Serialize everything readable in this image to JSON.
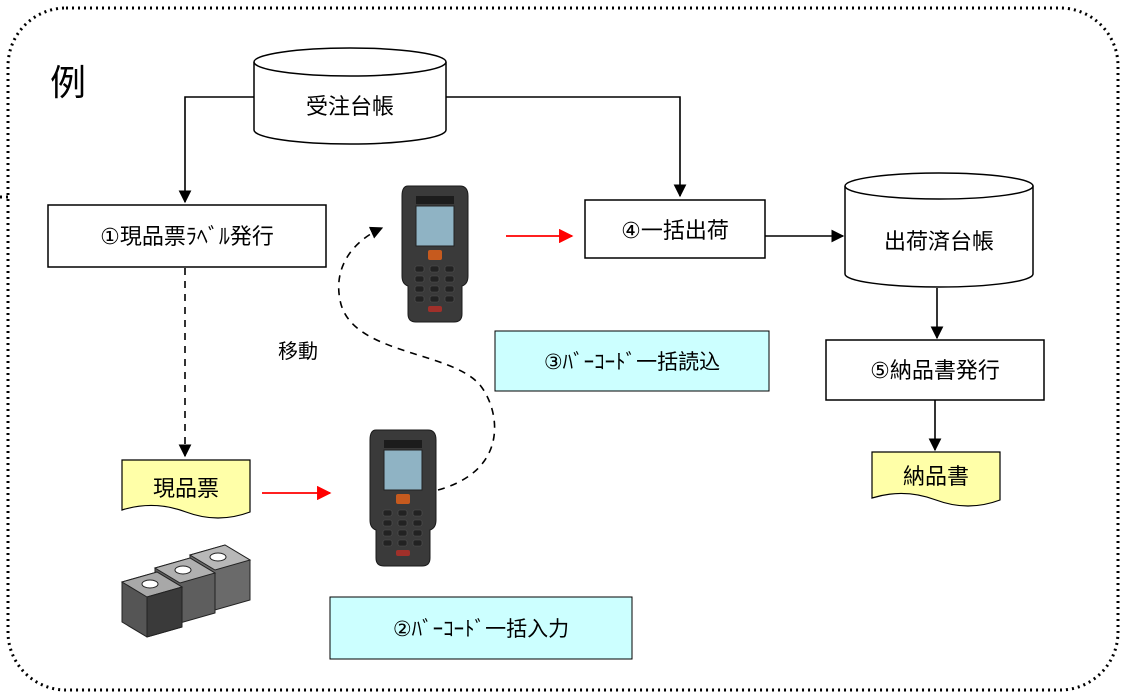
{
  "title": "例",
  "nodes": {
    "order_ledger": "受注台帳",
    "label_issue": "①現品票ﾗﾍﾞﾙ発行",
    "bulk_ship": "④一括出荷",
    "shipped_ledger": "出荷済台帳",
    "bulk_read": "③ﾊﾞｰｺｰﾄﾞ一括読込",
    "move": "移動",
    "delivery_issue": "⑤納品書発行",
    "item_ticket": "現品票",
    "delivery_note": "納品書",
    "bulk_input": "②ﾊﾞｰｺｰﾄﾞ一括入力"
  },
  "colors": {
    "document_fill": "#ffffa8",
    "step_fill": "#ccffff",
    "red_arrow": "#ff0000",
    "scanner_body": "#3a3a3a",
    "scanner_screen": "#8fb3c4"
  },
  "icons": [
    "barcode-scanner-icon",
    "barcode-scanner-icon",
    "parts-blocks-icon"
  ]
}
